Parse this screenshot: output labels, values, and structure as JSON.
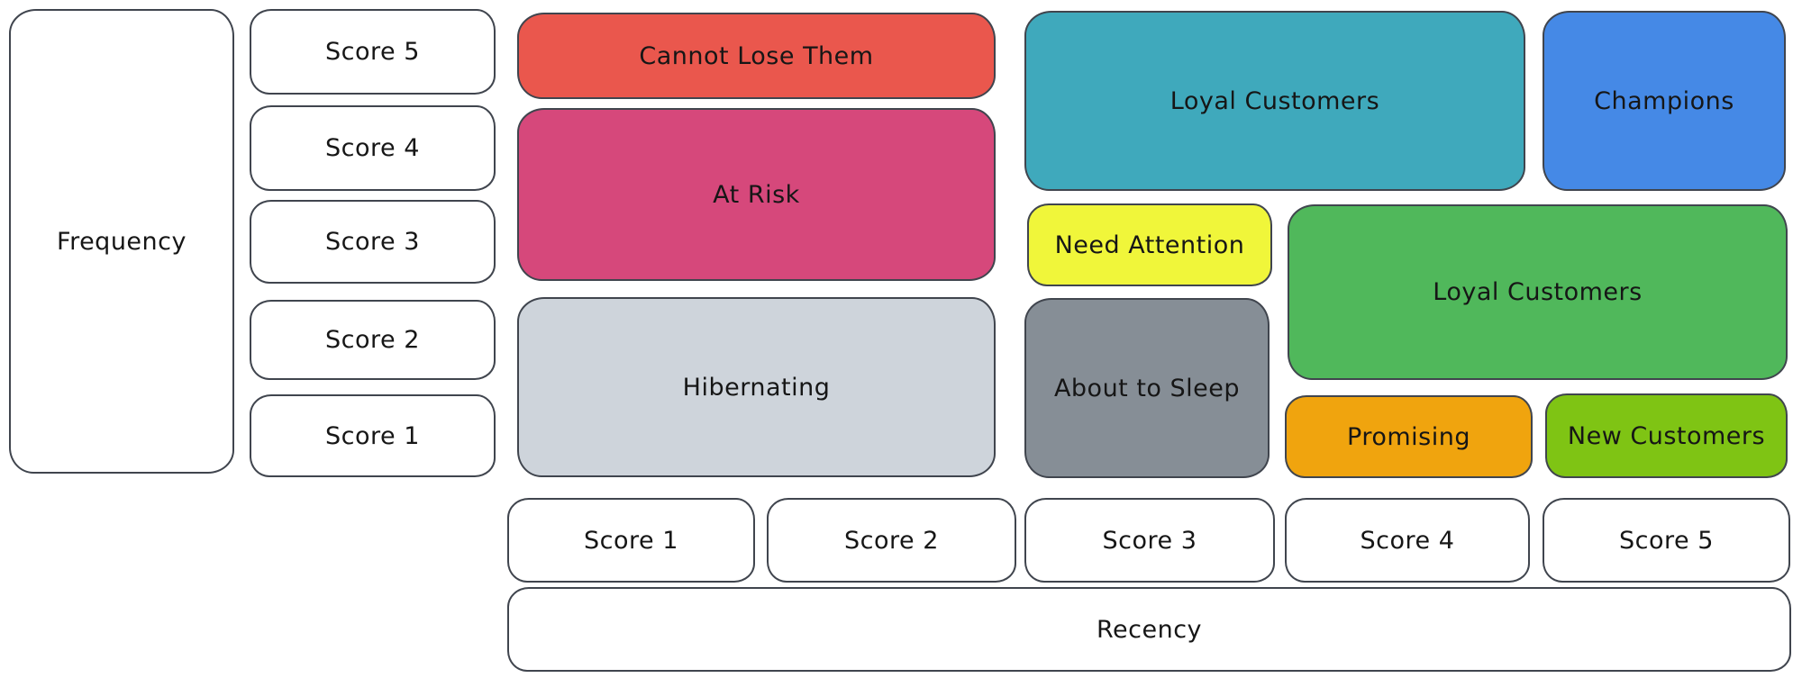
{
  "diagram": {
    "type": "rfm-segmentation-matrix",
    "frequency_axis": {
      "label": "Frequency",
      "scores": [
        {
          "label": "Score 5"
        },
        {
          "label": "Score 4"
        },
        {
          "label": "Score 3"
        },
        {
          "label": "Score 2"
        },
        {
          "label": "Score 1"
        }
      ]
    },
    "recency_axis": {
      "label": "Recency",
      "scores": [
        {
          "label": "Score 1"
        },
        {
          "label": "Score 2"
        },
        {
          "label": "Score 3"
        },
        {
          "label": "Score 4"
        },
        {
          "label": "Score 5"
        }
      ]
    },
    "segments": [
      {
        "label": "Cannot Lose Them",
        "color": "#ea574d",
        "recency": "1-2",
        "frequency": "5"
      },
      {
        "label": "At Risk",
        "color": "#d6487b",
        "recency": "1-2",
        "frequency": "3-4"
      },
      {
        "label": "Hibernating",
        "color": "#ced4db",
        "recency": "1-2",
        "frequency": "1-2"
      },
      {
        "label": "Loyal Customers",
        "color": "#3fa9bc",
        "recency": "3-4",
        "frequency": "4-5"
      },
      {
        "label": "Champions",
        "color": "#4589e6",
        "recency": "5",
        "frequency": "4-5"
      },
      {
        "label": "Need Attention",
        "color": "#f0f63a",
        "recency": "3",
        "frequency": "3"
      },
      {
        "label": "Loyal Customers",
        "color": "#50b85b",
        "recency": "4-5",
        "frequency": "2-3"
      },
      {
        "label": "About to Sleep",
        "color": "#868e96",
        "recency": "3",
        "frequency": "1-2"
      },
      {
        "label": "Promising",
        "color": "#f0a40e",
        "recency": "4",
        "frequency": "1"
      },
      {
        "label": "New Customers",
        "color": "#7fc414",
        "recency": "5",
        "frequency": "1"
      }
    ],
    "colors": {
      "border": "#40454e",
      "text": "#161616",
      "background": "#ffffff"
    }
  }
}
